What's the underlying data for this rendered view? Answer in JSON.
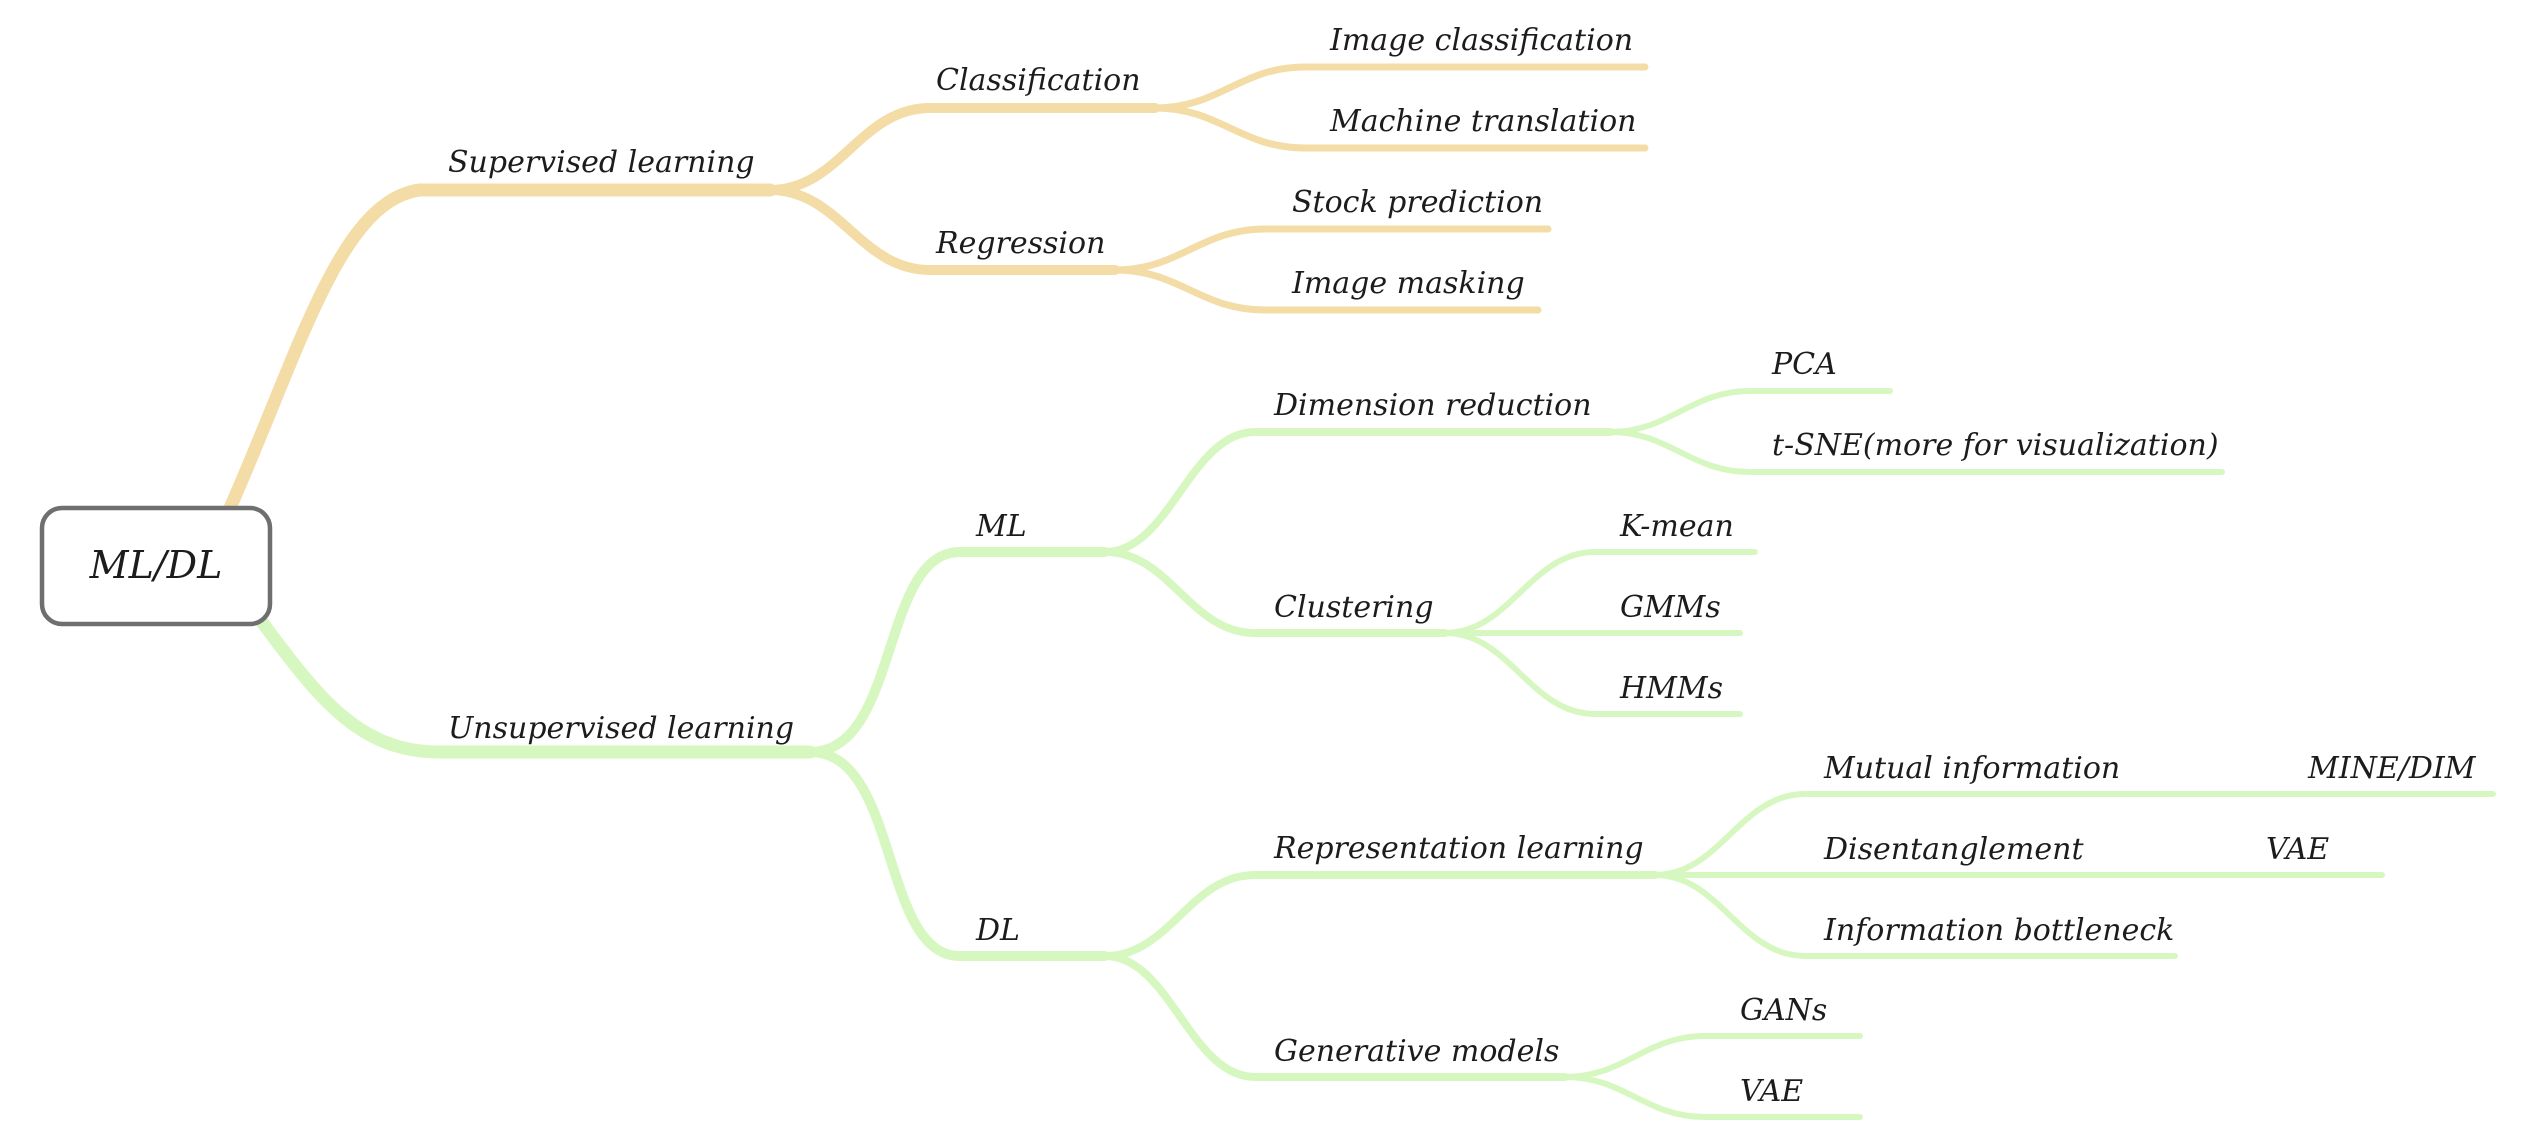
{
  "colors": {
    "supervised": "#F4DCA6",
    "unsupervised": "#D7F7C1",
    "root_border": "#6F6F6F",
    "text": "#1C1C1C"
  },
  "root": {
    "label": "ML/DL"
  },
  "supervised": {
    "label": "Supervised learning",
    "classification": {
      "label": "Classification",
      "image_classification": "Image classification",
      "machine_translation": "Machine translation"
    },
    "regression": {
      "label": "Regression",
      "stock_prediction": "Stock prediction",
      "image_masking": "Image masking"
    }
  },
  "unsupervised": {
    "label": "Unsupervised learning",
    "ml": {
      "label": "ML",
      "dimension_reduction": {
        "label": "Dimension reduction",
        "pca": "PCA",
        "tsne": "t-SNE(more for visualization)"
      },
      "clustering": {
        "label": "Clustering",
        "kmean": "K-mean",
        "gmms": "GMMs",
        "hmms": "HMMs"
      }
    },
    "dl": {
      "label": "DL",
      "representation_learning": {
        "label": "Representation learning",
        "mutual_information": "Mutual information",
        "mine_dim": "MINE/DIM",
        "disentanglement": "Disentanglement",
        "disent_vae": "VAE",
        "information_bottleneck": "Information bottleneck"
      },
      "generative_models": {
        "label": "Generative models",
        "gans": "GANs",
        "gen_vae": "VAE"
      }
    }
  }
}
